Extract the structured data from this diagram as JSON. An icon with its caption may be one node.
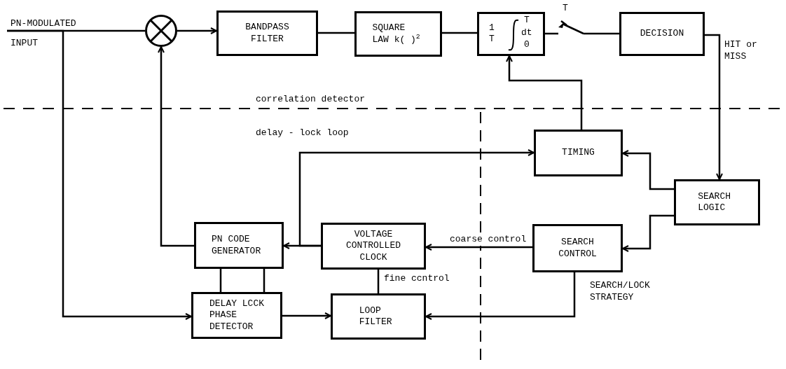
{
  "diagram": {
    "nodes": [
      {
        "text": [],
        "shape": "circle"
      },
      {
        "text": [
          "BANDPASS FILTER"
        ]
      },
      {
        "text": [
          "SQUARE LAW k( )$^{2}$"
        ]
      },
      {
        "text": [
          "1 T",
          "T dt 0"
        ]
      },
      {
        "text": [],
        "shape": "switch",
        "beside": [
          "T"
        ]
      },
      {
        "text": [
          "DECISION"
        ]
      },
      {
        "text": [
          "TIMING"
        ]
      },
      {
        "text": [
          "SEARCH LOGIC"
        ]
      },
      {
        "text": [
          "PN CODE GENERATOR"
        ]
      },
      {
        "text": [
          "VOLTAGE CONTROLLED CLOCK"
        ]
      },
      {
        "text": [
          "SEARCH CONTROL"
        ]
      },
      {
        "text": [
          "DELAY LCCK PHASE DETECTOR"
        ]
      },
      {
        "text": [
          "LOOP FILTER"
        ]
      }
    ],
    "edges": [
      {
        "from": null,
        "to": 0,
        "arrow": "none"
      },
      {
        "from": null,
        "to": 11,
        "arrow": "to"
      },
      {
        "from": 0,
        "to": 1,
        "arrow": "to"
      },
      {
        "from": 1,
        "to": 2,
        "arrow": "none"
      },
      {
        "from": 2,
        "to": 3,
        "arrow": "none"
      },
      {
        "from": 3,
        "to": 4,
        "arrow": "none"
      },
      {
        "from": 4,
        "to": 5,
        "arrow": "none"
      },
      {
        "from": 5,
        "to": 7,
        "arrow": "to",
        "label": "HIT or MISS"
      },
      {
        "from": 6,
        "to": 3,
        "arrow": "to"
      },
      {
        "from": 7,
        "to": 6,
        "arrow": "to"
      },
      {
        "from": 7,
        "to": 10,
        "arrow": "to"
      },
      {
        "from": 10,
        "to": 9,
        "arrow": "to",
        "label": "coarse control"
      },
      {
        "from": 9,
        "to": 8,
        "arrow": "to"
      },
      {
        "from": 9,
        "to": 6,
        "arrow": "to"
      },
      {
        "from": 8,
        "to": 0,
        "arrow": "to"
      },
      {
        "from": 8,
        "to": 11,
        "arrow": "none"
      },
      {
        "from": 8,
        "to": 11,
        "arrow": "none"
      },
      {
        "from": 11,
        "to": 12,
        "arrow": "to"
      },
      {
        "from": 12,
        "to": 9,
        "arrow": "none",
        "label": "fine ccntrol"
      },
      {
        "from": 10,
        "to": 12,
        "arrow": "to",
        "label": "SEARCH/LOCK STRATEGY"
      }
    ],
    "labels": [
      "PN-MODULATED",
      "INPUT",
      "correlation detector",
      "delay - lock loop"
    ]
  }
}
